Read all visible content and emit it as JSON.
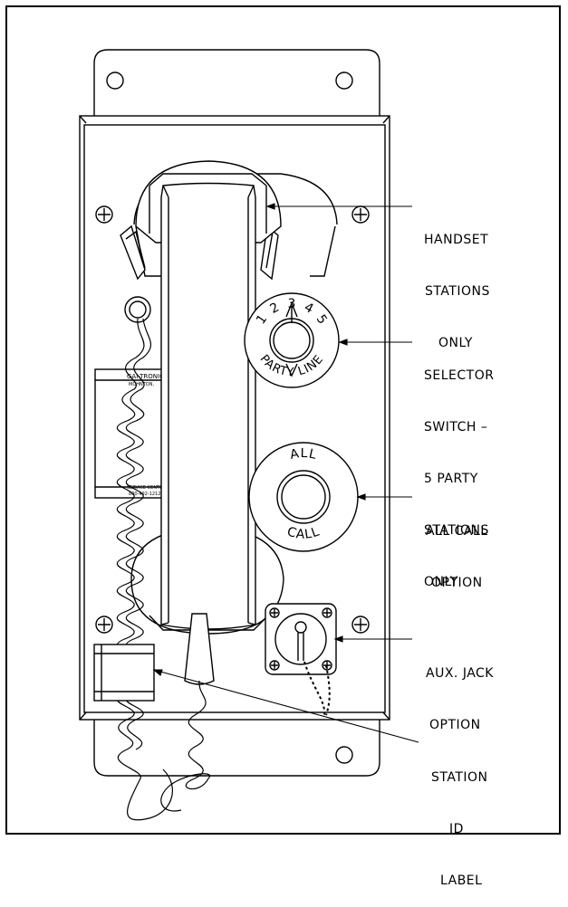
{
  "callouts": {
    "handset": [
      "HANDSET",
      "STATIONS",
      "ONLY"
    ],
    "selector": [
      "SELECTOR",
      "SWITCH –",
      "5 PARTY",
      "STATIONS",
      "ONLY"
    ],
    "allcall": [
      "ALL CALL",
      "OPTION"
    ],
    "aux": [
      "AUX. JACK",
      "OPTION"
    ],
    "station": [
      "STATION",
      "ID",
      "LABEL"
    ]
  },
  "selector_switch": {
    "positions": [
      "1",
      "2",
      "3",
      "4",
      "5"
    ],
    "label": "PARTY LINE"
  },
  "all_call_button": {
    "top_label": "ALL",
    "bottom_label": "CALL"
  },
  "nameplate": {
    "line1": "GAI-TRONICS",
    "line2": "MOHNTON,",
    "line3": "SERVICE CENTER",
    "line4": "800-492-1212"
  }
}
